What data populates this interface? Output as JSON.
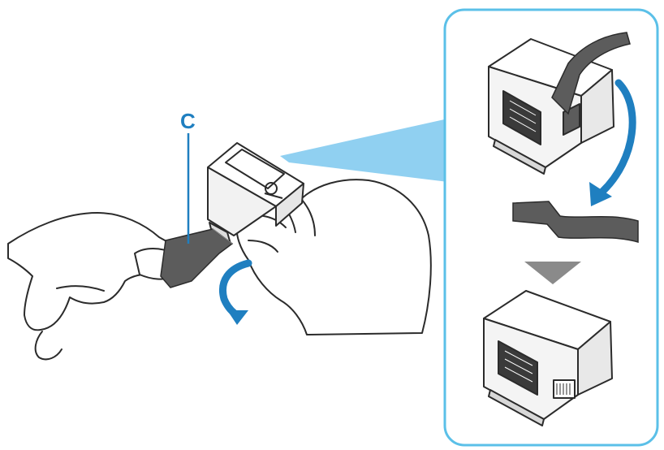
{
  "diagram": {
    "callout_label": "C",
    "accent_color": "#5bc0e8",
    "arrow_color": "#1f7fc0",
    "tape_color": "#5c5c5c",
    "divider_color": "#8a8a8a",
    "steps": [
      {
        "name": "remove-tape",
        "description_visible": false
      },
      {
        "name": "tape-removed",
        "description_visible": false
      }
    ]
  }
}
